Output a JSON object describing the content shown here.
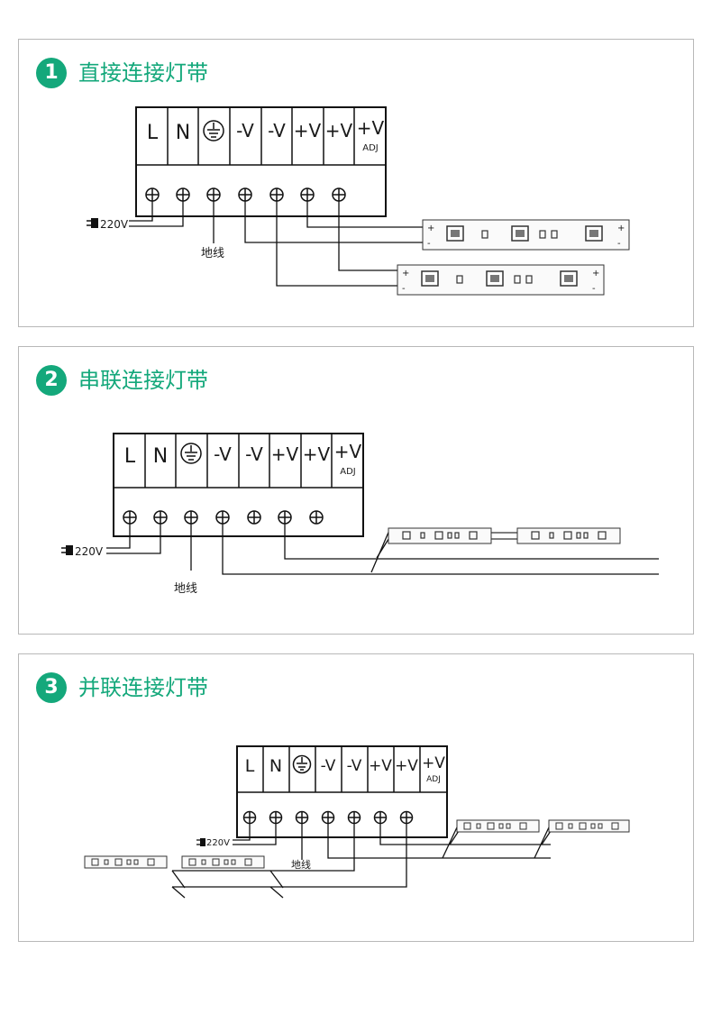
{
  "sections": [
    {
      "number": "1",
      "title": "直接连接灯带"
    },
    {
      "number": "2",
      "title": "串联连接灯带"
    },
    {
      "number": "3",
      "title": "并联连接灯带"
    }
  ],
  "terminals": [
    "L",
    "N",
    "",
    "-V",
    "-V",
    "+V",
    "+V",
    "+V"
  ],
  "adj_label": "ADJ",
  "mains_label": "220V",
  "ground_label": "地线",
  "plus_sign": "+",
  "minus_sign": "-"
}
